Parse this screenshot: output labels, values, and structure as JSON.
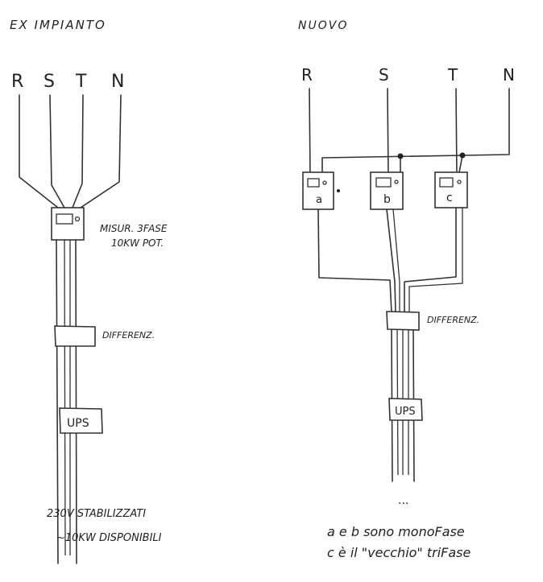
{
  "left": {
    "title": "EX IMPIANTO",
    "phases": [
      "R",
      "S",
      "T",
      "N"
    ],
    "meter_label_1": "MISUR. 3FASE",
    "meter_label_2": "10KW POT.",
    "differential_label": "DIFFERENZ.",
    "ups_label": "UPS",
    "note_1": "230V STABILIZZATI",
    "note_2": "~10KW DISPONIBILI"
  },
  "right": {
    "title": "NUOVO",
    "phases": [
      "R",
      "S",
      "T",
      "N"
    ],
    "meters": [
      "a",
      "b",
      "c"
    ],
    "differential_label": "DIFFERENZ.",
    "ups_label": "UPS",
    "continuation": "...",
    "note_1": "a e b sono monoFase",
    "note_2": "c è il \"vecchio\" triFase"
  }
}
